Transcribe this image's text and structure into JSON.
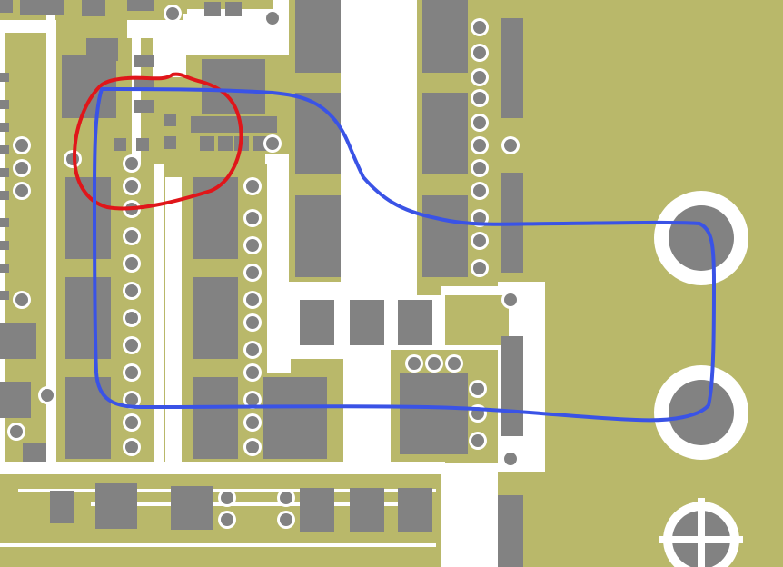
{
  "colors": {
    "copper": "#b9b86a",
    "clearance": "#ffffff",
    "pad": "#828282",
    "annotation_red": "#e0161a",
    "annotation_blue": "#3a53e6"
  },
  "board": {
    "view": "pcb-copper-layer-layout",
    "annotations": [
      {
        "type": "freehand-loop",
        "color_key": "annotation_red"
      },
      {
        "type": "freehand-loop",
        "color_key": "annotation_blue"
      }
    ]
  }
}
